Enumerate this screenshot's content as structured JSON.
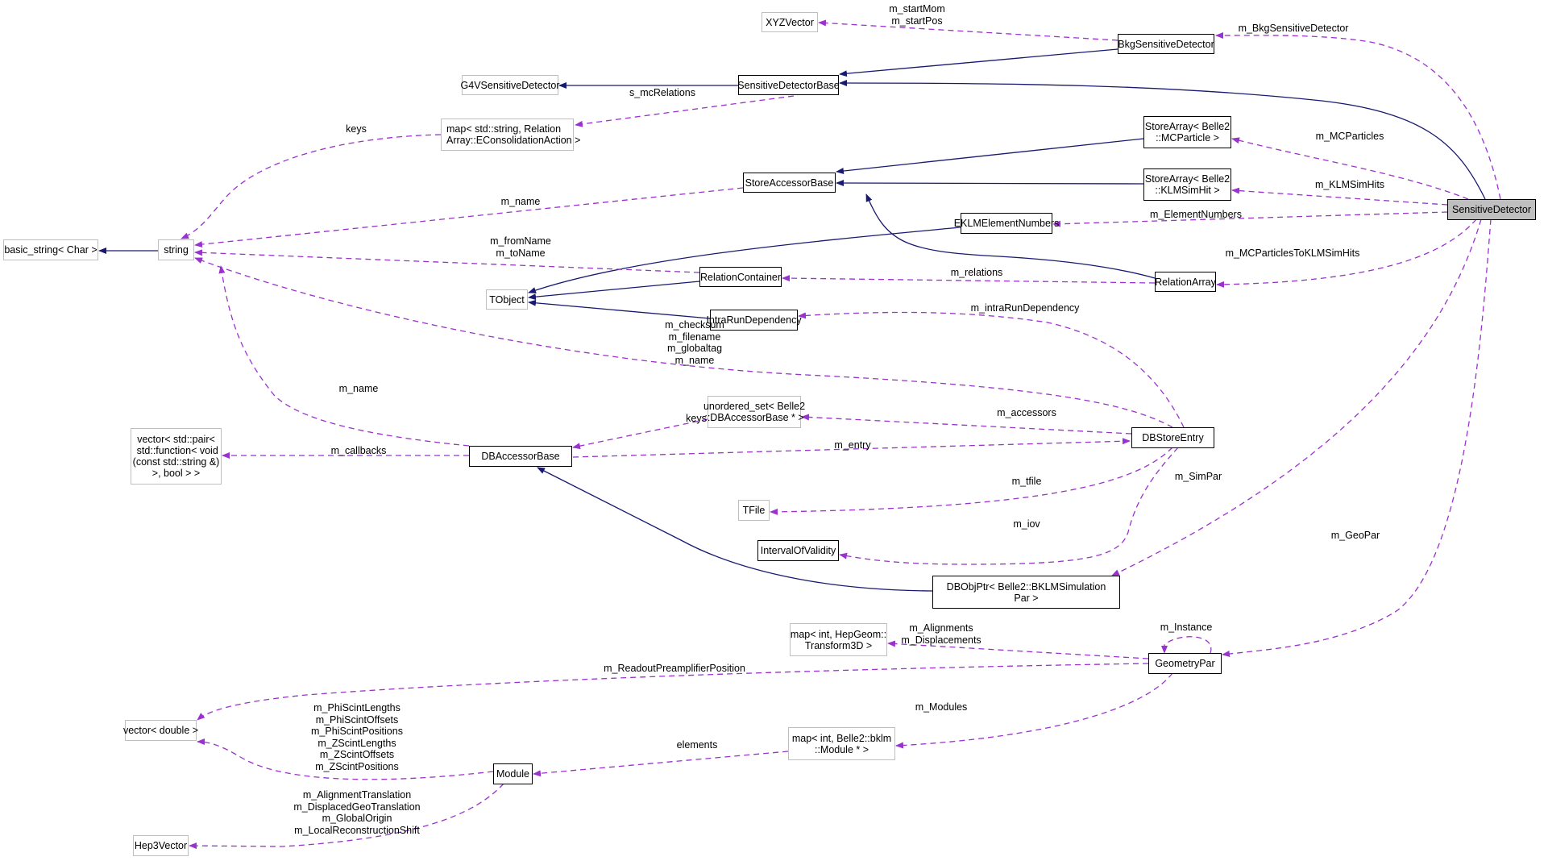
{
  "title": "Collaboration diagram for SensitiveDetector",
  "colors": {
    "inheritance": "#191970",
    "usage": "#9a32cd",
    "focus_fill": "#bfbfbf",
    "external_border": "#bfbfbf",
    "documented_border": "#000000"
  },
  "nodes": {
    "sensitive_detector": "SensitiveDetector",
    "bkg_sensitive_detector": "BkgSensitiveDetector",
    "xyz_vector": "XYZVector",
    "g4v_sensitive_detector": "G4VSensitiveDetector",
    "sensitive_detector_base": "SensitiveDetectorBase",
    "map_relation": "map< std::string, Relation\nArray::EConsolidationAction >",
    "store_array_mcparticle": "StoreArray< Belle2\n::MCParticle >",
    "store_array_klmsimhit": "StoreArray< Belle2\n::KLMSimHit >",
    "store_accessor_base": "StoreAccessorBase",
    "basic_string": "basic_string< Char >",
    "string": "string",
    "eklm_element_numbers": "EKLMElementNumbers",
    "relation_container": "RelationContainer",
    "relation_array": "RelationArray",
    "tobject": "TObject",
    "intra_run_dependency": "IntraRunDependency",
    "unordered_set": "unordered_set< Belle2\n::DBAccessorBase * >",
    "db_store_entry": "DBStoreEntry",
    "vector_pair": "vector< std::pair<\n std::function< void\n(const std::string &)\n>, bool > >",
    "db_accessor_base": "DBAccessorBase",
    "tfile": "TFile",
    "interval_of_validity": "IntervalOfValidity",
    "dbobjptr": "DBObjPtr< Belle2::BKLMSimulation\nPar >",
    "map_hepgeom": "map< int, HepGeom::\nTransform3D >",
    "geometry_par": "GeometryPar",
    "vector_double": "vector< double >",
    "map_bklm_module": "map< int, Belle2::bklm\n::Module * >",
    "module": "Module",
    "hep3vector": "Hep3Vector"
  },
  "edge_labels": {
    "start_mom_pos": "m_startMom\nm_startPos",
    "bkg_sd": "m_BkgSensitiveDetector",
    "s_mc_relations": "s_mcRelations",
    "keys_map": "keys",
    "mc_particles": "m_MCParticles",
    "klm_sim_hits": "m_KLMSimHits",
    "m_name_store": "m_name",
    "element_numbers": "m_ElementNumbers",
    "from_to_name": "m_fromName\nm_toName",
    "relations": "m_relations",
    "mcp_to_klm": "m_MCParticlesToKLMSimHits",
    "intra_run": "m_intraRunDependency",
    "checksum_group": "m_checksum\nm_filename\nm_globaltag\nm_name",
    "m_name_db": "m_name",
    "keys_set": "keys",
    "accessors": "m_accessors",
    "callbacks": "m_callbacks",
    "entry": "m_entry",
    "sim_par": "m_SimPar",
    "tfile": "m_tfile",
    "iov": "m_iov",
    "geo_par": "m_GeoPar",
    "alignments": "m_Alignments\nm_Displacements",
    "instance": "m_Instance",
    "readout": "m_ReadoutPreamplifierPosition",
    "scint_group": "m_PhiScintLengths\nm_PhiScintOffsets\nm_PhiScintPositions\nm_ZScintLengths\nm_ZScintOffsets\nm_ZScintPositions",
    "modules": "m_Modules",
    "elements": "elements",
    "translation_group": "m_AlignmentTranslation\nm_DisplacedGeoTranslation\nm_GlobalOrigin\nm_LocalReconstructionShift"
  }
}
